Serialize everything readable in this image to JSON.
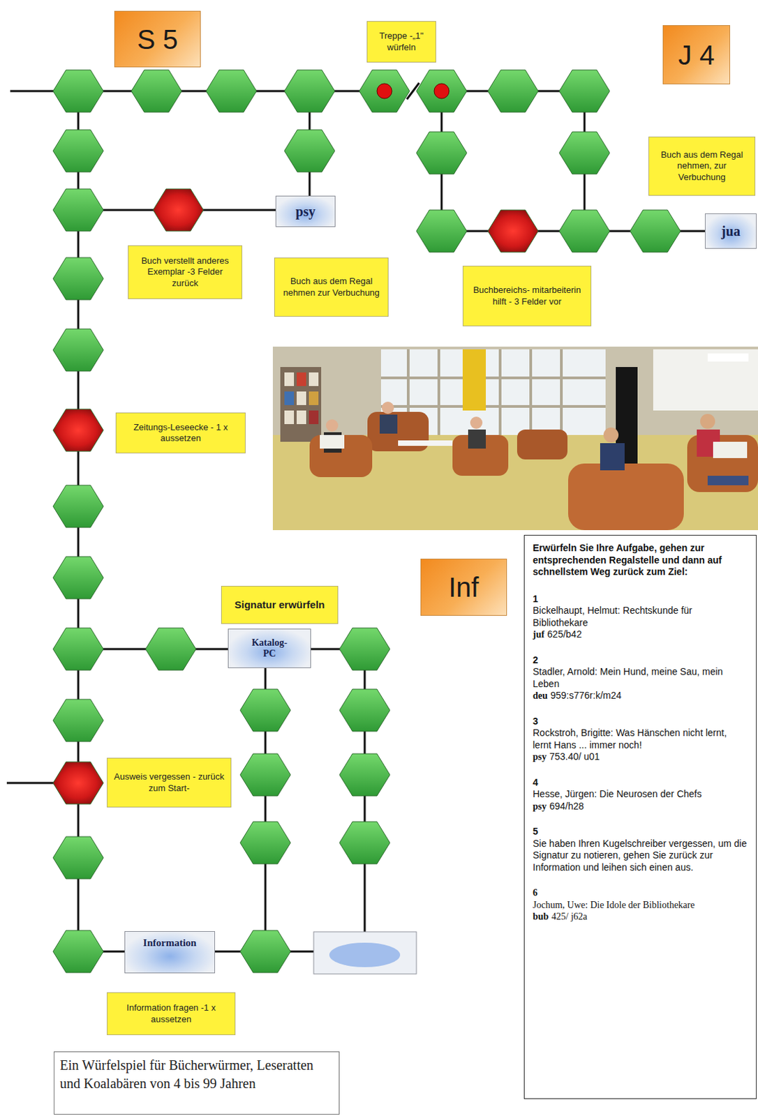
{
  "diagram": {
    "nodes": [
      {
        "text": [
          "S 5"
        ]
      },
      {
        "text": [
          "Treppe -„1\" würfeln"
        ]
      },
      {
        "text": [
          "J 4"
        ]
      },
      {
        "text": [
          "Buch aus dem Regal nehmen, zur Verbuchung"
        ]
      },
      {
        "text": [
          "psy"
        ]
      },
      {
        "text": [
          "jua"
        ]
      },
      {
        "text": [
          "Buch verstellt anderes Exemplar -3 Felder zurück"
        ]
      },
      {
        "text": [
          "Buch aus dem Regal nehmen zur Verbuchung"
        ]
      },
      {
        "text": [
          "Buchbereichs- mitarbeiterin hilft - 3 Felder vor"
        ]
      },
      {
        "text": [
          "Zeitungs-Leseecke - 1 x aussetzen"
        ]
      },
      {
        "text": [
          "Inf"
        ]
      },
      {
        "text": [
          "Erwürfeln Sie Ihre Aufgabe, gehen zur entsprechenden Regalstelle und dann auf schnellstem Weg zurück zum Ziel:",
          "1",
          "Bickelhaupt, Helmut: Rechtskunde für Bibliothekare",
          "juf",
          "625/b42",
          "2",
          "Stadler, Arnold: Mein Hund, meine Sau, mein Leben",
          "deu",
          "959:s776r:k/m24",
          "3",
          "Rockstroh, Brigitte: Was Hänschen nicht lernt, lernt Hans ... immer noch!",
          "psy",
          "753.40/ u01",
          "4",
          "Hesse, Jürgen: Die Neurosen der Chefs",
          "psy",
          "694/h28",
          "5",
          "Sie haben Ihren Kugelschreiber vergessen, um die Signatur zu notieren, gehen Sie zurück zur Information und leihen sich einen aus.",
          "6",
          "Jochum, Uwe: Die Idole der Bibliothekare",
          "bub",
          "425/ j62a"
        ]
      },
      {
        "text": [
          "Signatur erwürfeln"
        ]
      },
      {
        "text": [
          "Katalog- PC"
        ]
      },
      {
        "text": [
          "Ausweis vergessen - zurück zum Start-"
        ]
      },
      {
        "text": [
          "Information"
        ]
      },
      {
        "text": [
          "Information fragen -1 x aussetzen"
        ]
      },
      {
        "text": [
          "Ein Würfelspiel für Bücherwürmer, Leseratten und Koalabären von 4 bis 99 Jahren"
        ]
      }
    ]
  }
}
